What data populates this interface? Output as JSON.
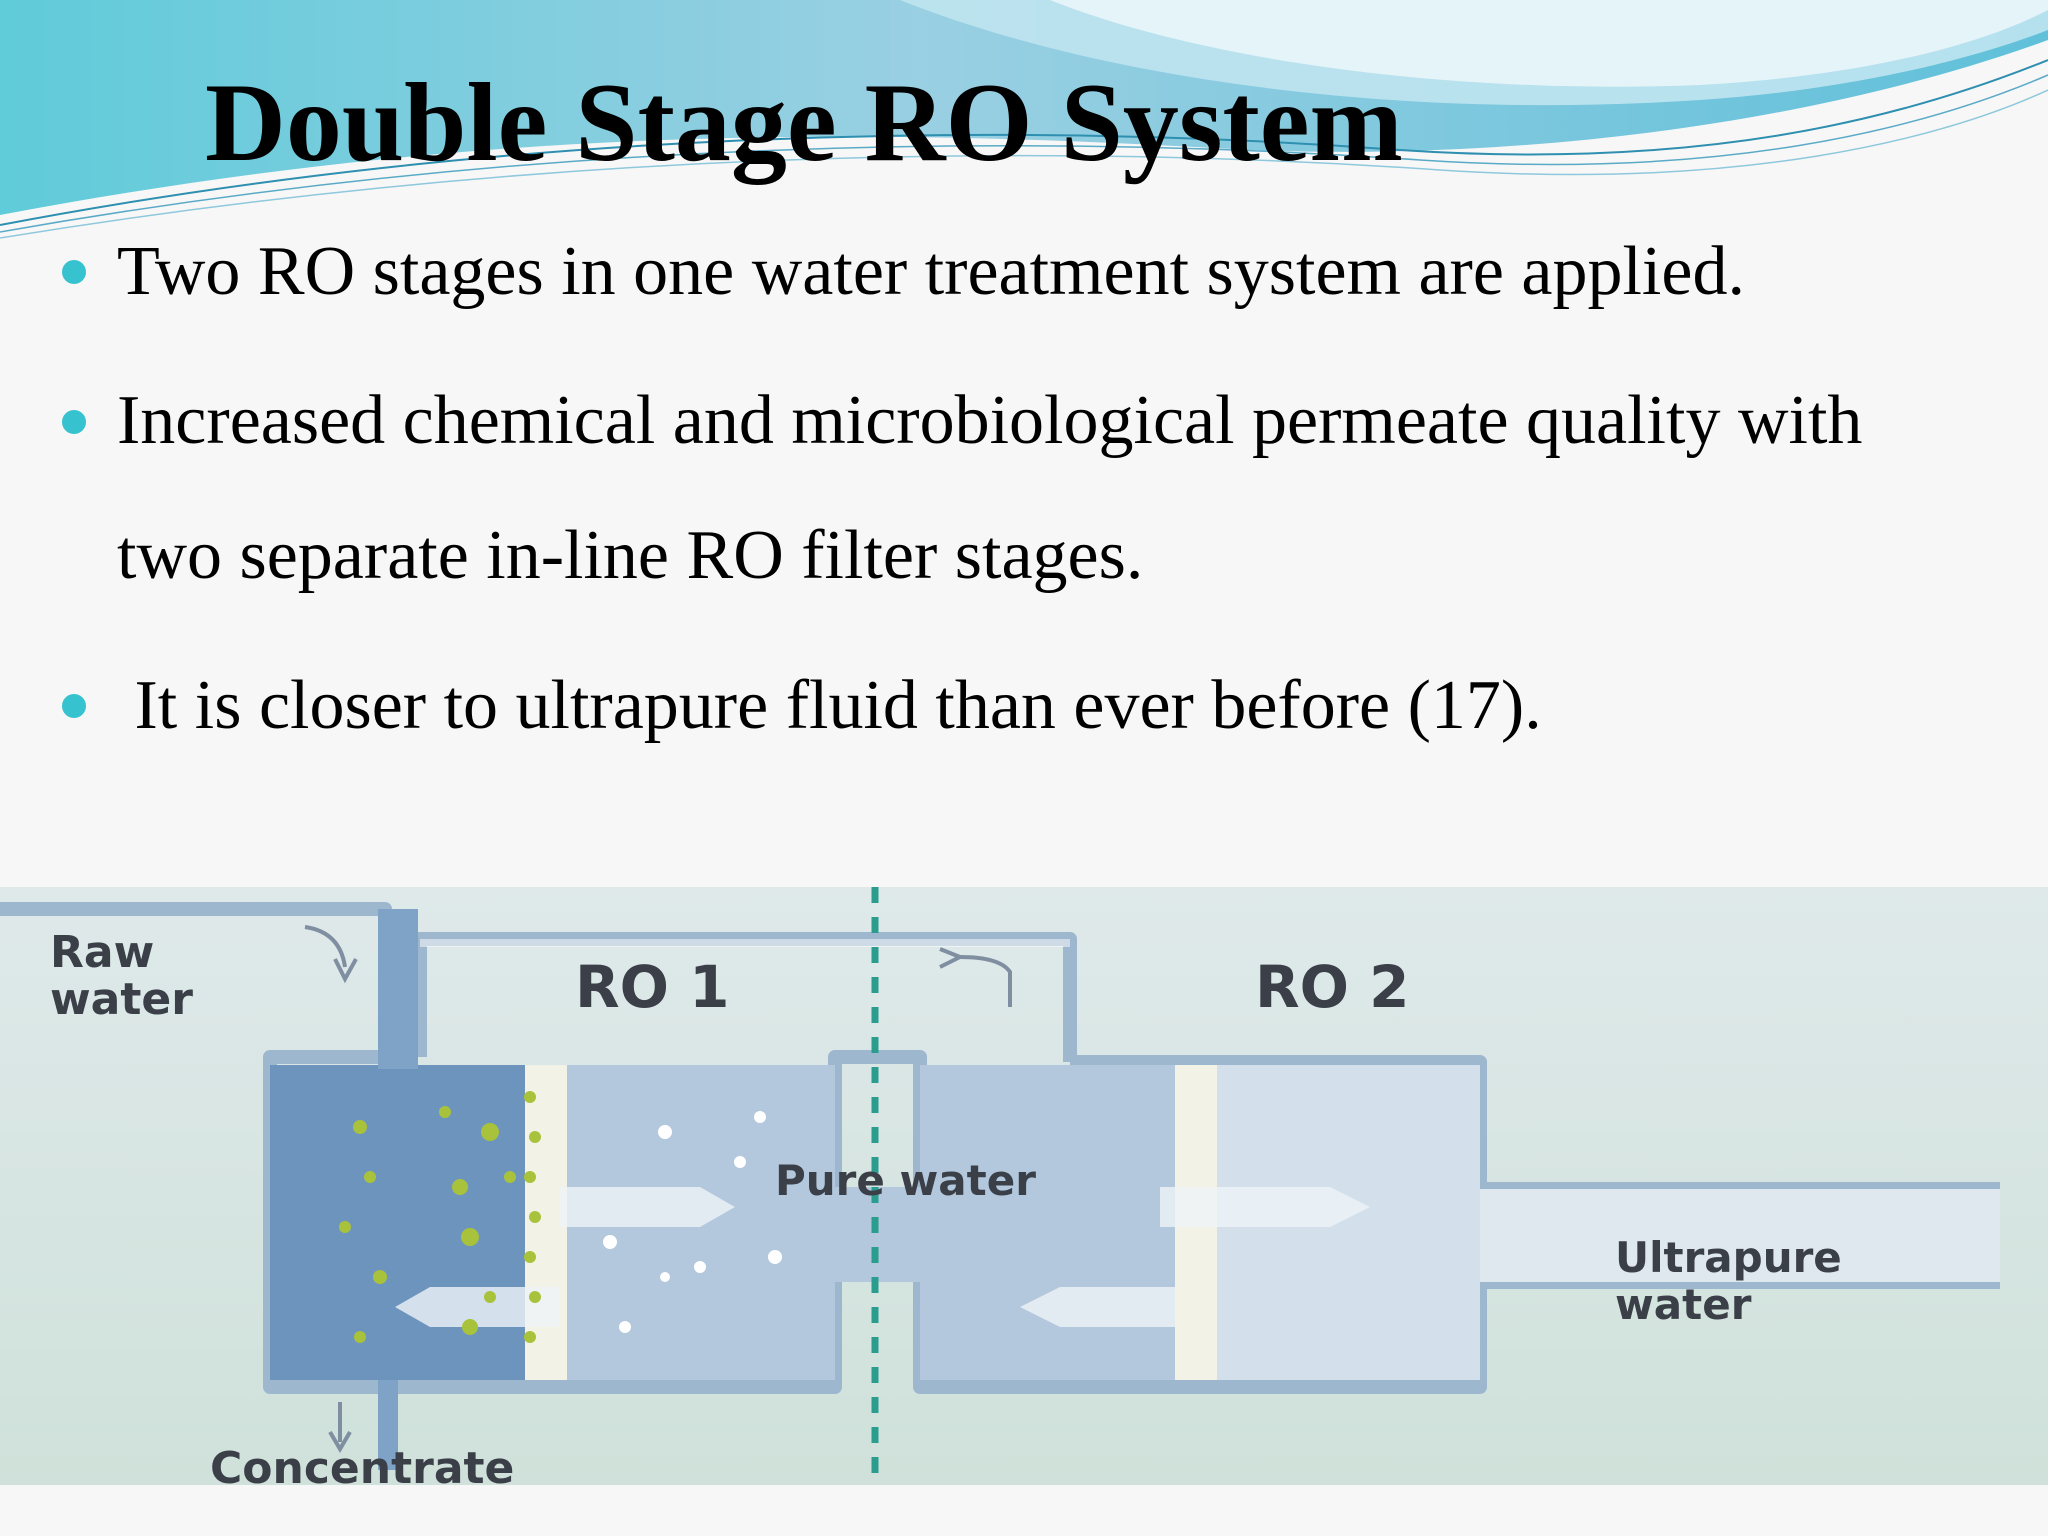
{
  "slide": {
    "title": "Double Stage RO System",
    "bullets": [
      {
        "line1": "Two RO stages in one water treatment system are applied.",
        "line2": ""
      },
      {
        "line1": "Increased chemical and microbiological permeate quality with",
        "line2": "two separate in-line RO filter stages."
      },
      {
        "line1": " It is closer to ultrapure fluid than ever before (17).",
        "line2": ""
      }
    ]
  },
  "diagram": {
    "labels": {
      "raw_water_1": "Raw",
      "raw_water_2": "water",
      "ro1": "RO 1",
      "ro2": "RO 2",
      "pure_water": "Pure water",
      "ultrapure_1": "Ultrapure",
      "ultrapure_2": "water",
      "concentrate": "Concentrate"
    }
  },
  "colors": {
    "accent_teal": "#36c3cf",
    "wave_blue": "#7cc2dc",
    "diagram_bg": "#d9e8e4",
    "vessel_blue": "#b3c8dd",
    "concentrate_blue": "#6d94bd",
    "particle_green": "#a9c23c",
    "separator_teal": "#2a9d8f"
  }
}
